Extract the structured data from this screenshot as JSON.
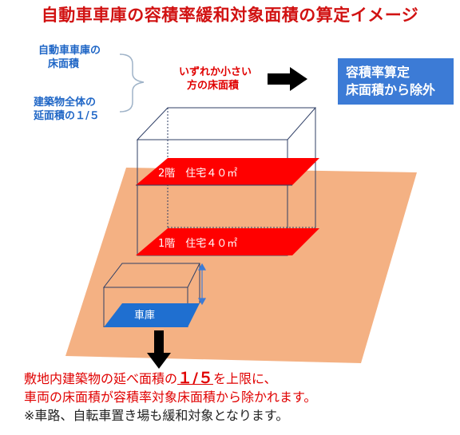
{
  "title": "自動車車庫の容積率緩和対象面積の算定イメージ",
  "left_labels": {
    "garage_floor_area_line1": "自動車車庫の",
    "garage_floor_area_line2": "床面積",
    "building_total_line1": "建築物全体の",
    "building_total_line2": "延面積の１/５"
  },
  "middle_label": {
    "line1": "いずれか小さい",
    "line2": "方の床面積"
  },
  "result_box": {
    "line1": "容積率算定",
    "line2": "床面積から除外"
  },
  "floors": {
    "floor2": "2階　住宅４０㎡",
    "floor1": "1階　住宅４０㎡",
    "garage": "車庫"
  },
  "bottom_text": {
    "line1_part1": "敷地内建築物の延べ面積の",
    "line1_emph": "１/５",
    "line1_part2": "を上限に、",
    "line2": "車両の床面積が容積率対象床面積から除かれます。",
    "line3": "※車路、自転車置き場も緩和対象となります。"
  },
  "colors": {
    "title_red": "#d11212",
    "label_blue": "#1f66c6",
    "floor_red": "#ff0000",
    "site_orange": "#f4b183",
    "garage_blue": "#1f6fd0",
    "box_blue": "#3c7bd6"
  }
}
